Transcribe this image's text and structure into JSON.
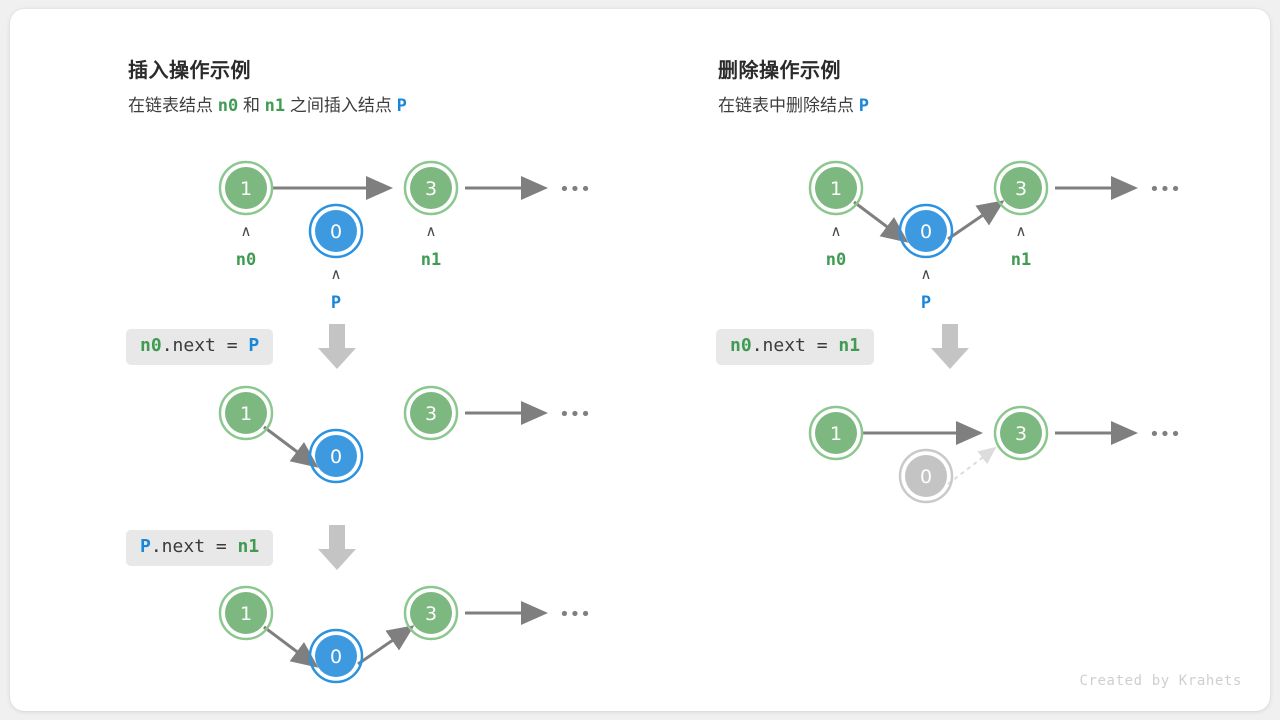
{
  "canvas": {
    "background": "#f0f0f0",
    "card_background": "#ffffff",
    "credit": "Created by Krahets"
  },
  "colors": {
    "node_green_fill": "#7cb87f",
    "node_green_ring": "#8cc78f",
    "node_blue_fill": "#3d9ae0",
    "node_blue_ring": "#2a92e0",
    "node_gray_fill": "#c4c4c4",
    "node_gray_ring": "#c9c9c9",
    "arrow_gray": "#7f7f7f",
    "arrow_dashed": "#dcdcdc",
    "block_arrow": "#c4c4c4",
    "code_bg": "#e8e8e8",
    "green_text": "#3f9c52",
    "blue_text": "#1a86d8",
    "title_text": "#2b2b2b",
    "credit_text": "#cfcfcf"
  },
  "panels": [
    {
      "id": "insert",
      "title": "插入操作示例",
      "subtitle_parts": [
        {
          "text": "在链表结点 ",
          "style": "plain"
        },
        {
          "text": "n0",
          "style": "green-mono"
        },
        {
          "text": " 和 ",
          "style": "plain"
        },
        {
          "text": "n1",
          "style": "green-mono"
        },
        {
          "text": " 之间插入结点 ",
          "style": "plain"
        },
        {
          "text": "P",
          "style": "blue-mono"
        }
      ],
      "steps": [
        {
          "code_parts": [
            {
              "text": "n0",
              "style": "green"
            },
            {
              "text": ".next = ",
              "style": "normal"
            },
            {
              "text": "P",
              "style": "blue"
            }
          ]
        },
        {
          "code_parts": [
            {
              "text": "P",
              "style": "blue"
            },
            {
              "text": ".next = ",
              "style": "normal"
            },
            {
              "text": "n1",
              "style": "green"
            }
          ]
        }
      ],
      "rows": [
        {
          "name": "before-insert",
          "nodes": [
            {
              "value": "1",
              "color": "green",
              "label": "n0",
              "label_color": "green",
              "caret": true
            },
            {
              "value": "0",
              "color": "blue",
              "label": "P",
              "label_color": "blue",
              "caret": true
            },
            {
              "value": "3",
              "color": "green",
              "label": "n1",
              "label_color": "green",
              "caret": true
            }
          ],
          "ellipsis": "•••"
        },
        {
          "name": "after-step-1",
          "nodes": [
            {
              "value": "1",
              "color": "green"
            },
            {
              "value": "0",
              "color": "blue"
            },
            {
              "value": "3",
              "color": "green"
            }
          ],
          "ellipsis": "•••"
        },
        {
          "name": "after-step-2",
          "nodes": [
            {
              "value": "1",
              "color": "green"
            },
            {
              "value": "0",
              "color": "blue"
            },
            {
              "value": "3",
              "color": "green"
            }
          ],
          "ellipsis": "•••"
        }
      ]
    },
    {
      "id": "delete",
      "title": "删除操作示例",
      "subtitle_parts": [
        {
          "text": "在链表中删除结点 ",
          "style": "plain"
        },
        {
          "text": "P",
          "style": "blue-mono"
        }
      ],
      "steps": [
        {
          "code_parts": [
            {
              "text": "n0",
              "style": "green"
            },
            {
              "text": ".next = ",
              "style": "normal"
            },
            {
              "text": "n1",
              "style": "green"
            }
          ]
        }
      ],
      "rows": [
        {
          "name": "before-delete",
          "nodes": [
            {
              "value": "1",
              "color": "green",
              "label": "n0",
              "label_color": "green",
              "caret": true
            },
            {
              "value": "0",
              "color": "blue",
              "label": "P",
              "label_color": "blue",
              "caret": true
            },
            {
              "value": "3",
              "color": "green",
              "label": "n1",
              "label_color": "green",
              "caret": true
            }
          ],
          "ellipsis": "•••"
        },
        {
          "name": "after-delete",
          "nodes": [
            {
              "value": "1",
              "color": "green"
            },
            {
              "value": "0",
              "color": "gray"
            },
            {
              "value": "3",
              "color": "green"
            }
          ],
          "ellipsis": "•••"
        }
      ]
    }
  ]
}
